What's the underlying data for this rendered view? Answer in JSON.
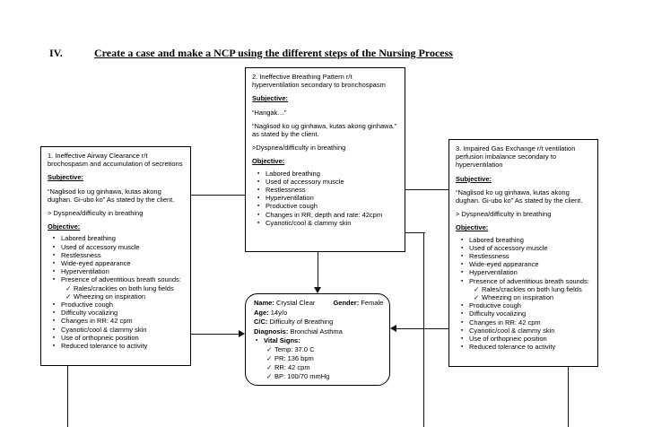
{
  "glyphs": {
    "bullet_char": "▪",
    "check_char": "✓"
  },
  "title": {
    "numeral": "IV.",
    "text": "Create a case and make a NCP using the different steps of the Nursing Process"
  },
  "diagnoses": {
    "box1": {
      "heading": "1. Ineffective Airway Clearance r/t brochospasm and accumulation of secretions",
      "subjective_label": "Subjective:",
      "quote": "“Naglisod ko ug ginhawa, kutas akong dughan. Gi-ubo ko” As stated by the client.",
      "symptom": "> Dyspnea/difficulty in breathing",
      "objective_label": "Objective:",
      "findings": [
        {
          "text": "Labored breathing"
        },
        {
          "text": "Used of accessory muscle"
        },
        {
          "text": "Restlessness"
        },
        {
          "text": "Wide-eyed appearance"
        },
        {
          "text": "Hyperventilation"
        },
        {
          "text": "Presence of adventitious breath sounds:"
        },
        {
          "text": "Rales/crackles on both lung fields",
          "check": true
        },
        {
          "text": "Wheezing on inspiration",
          "check": true
        },
        {
          "text": "Productive cough"
        },
        {
          "text": "Difficulty vocalizing"
        },
        {
          "text": "Changes in RR: 42 cpm"
        },
        {
          "text": "Cyanotic/cool & clammy skin"
        },
        {
          "text": "Use of orthopneic position"
        },
        {
          "text": "Reduced tolerance to activity"
        }
      ]
    },
    "box2": {
      "heading": "2. Ineffective Breathing Pattern r/t hyperventilation secondary to bronchospasm",
      "subjective_label": "Subjective:",
      "quote1": "“Hangak…”",
      "quote2": "“Naglisod ko ug ginhawa, kutas akong ginhawa.” as stated by the client.",
      "symptom": ">Dyspnea/difficulty in breathing",
      "objective_label": "Objective:",
      "findings": [
        {
          "text": "Labored breathing"
        },
        {
          "text": "Used of accessory muscle"
        },
        {
          "text": "Restlessness"
        },
        {
          "text": "Hyperventilation"
        },
        {
          "text": "Productive cough"
        },
        {
          "text": "Changes in RR, depth and rate: 42cpm"
        },
        {
          "text": "Cyanotic/cool & clammy skin"
        }
      ]
    },
    "box3": {
      "heading": "3. Impaired Gas Exchange r/t ventilation perfusion imbalance secondary to hyperventilation",
      "subjective_label": "Subjective:",
      "quote": "“Naglisod ko ug ginhawa, kutas akong dughan. Gi-ubo ko” As stated by the client.",
      "symptom": "> Dyspnea/difficulty in breathing",
      "objective_label": "Objective:",
      "findings": [
        {
          "text": "Labored breathing"
        },
        {
          "text": "Used of accessory muscle"
        },
        {
          "text": "Restlessness"
        },
        {
          "text": "Wide-eyed appearance"
        },
        {
          "text": "Hyperventilation"
        },
        {
          "text": "Presence of adventitious breath sounds:"
        },
        {
          "text": "Rales/crackles on both lung fields",
          "check": true
        },
        {
          "text": "Wheezing on inspiration",
          "check": true
        },
        {
          "text": "Productive cough"
        },
        {
          "text": "Difficulty vocalizing"
        },
        {
          "text": "Changes in RR: 42 cpm"
        },
        {
          "text": "Cyanotic/cool & clammy skin"
        },
        {
          "text": "Use of orthopneic position"
        },
        {
          "text": "Reduced tolerance to activity"
        }
      ]
    }
  },
  "patient": {
    "name_label": "Name:",
    "name": "Crystal Clear",
    "gender_label": "Gender:",
    "gender": "Female",
    "age_label": "Age:",
    "age": "14y/o",
    "cc_label": "C/C:",
    "cc": "Difficulty of Breathing",
    "diagnosis_label": "Diagnosis:",
    "diagnosis": "Bronchial Asthma",
    "vitals_label": "Vital Signs:",
    "vitals": [
      {
        "text": "Temp: 37.0 C",
        "check": true
      },
      {
        "text": "PR: 136 bpm",
        "check": true
      },
      {
        "text": "RR: 42 cpm",
        "check": true
      },
      {
        "text": "BP: 100/70 mmHg",
        "check": true
      }
    ]
  }
}
